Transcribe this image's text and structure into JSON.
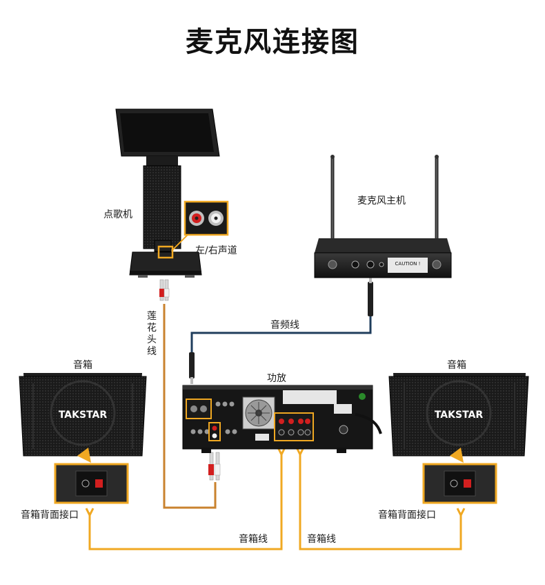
{
  "title": "麦克风连接图",
  "labels": {
    "jukebox": "点歌机",
    "lr_channel": "左/右声道",
    "mic_host": "麦克风主机",
    "audio_cable": "音频线",
    "rca_cable": "莲花头线",
    "amplifier": "功放",
    "speaker_left": "音箱",
    "speaker_right": "音箱",
    "speaker_back_port_left": "音箱背面接口",
    "speaker_back_port_right": "音箱背面接口",
    "speaker_cable_left": "音箱线",
    "speaker_cable_right": "音箱线"
  },
  "brand": {
    "speaker_brand_left": "TAKSTAR",
    "speaker_brand_right": "TAKSTAR",
    "mic_caution": "CAUTION !"
  },
  "colors": {
    "speaker_cable": "#f0a822",
    "rca_cable": "#c9822e",
    "audio_cable": "#1f3d5c",
    "highlight": "#f0a822",
    "device_dark": "#1c1c1c"
  }
}
